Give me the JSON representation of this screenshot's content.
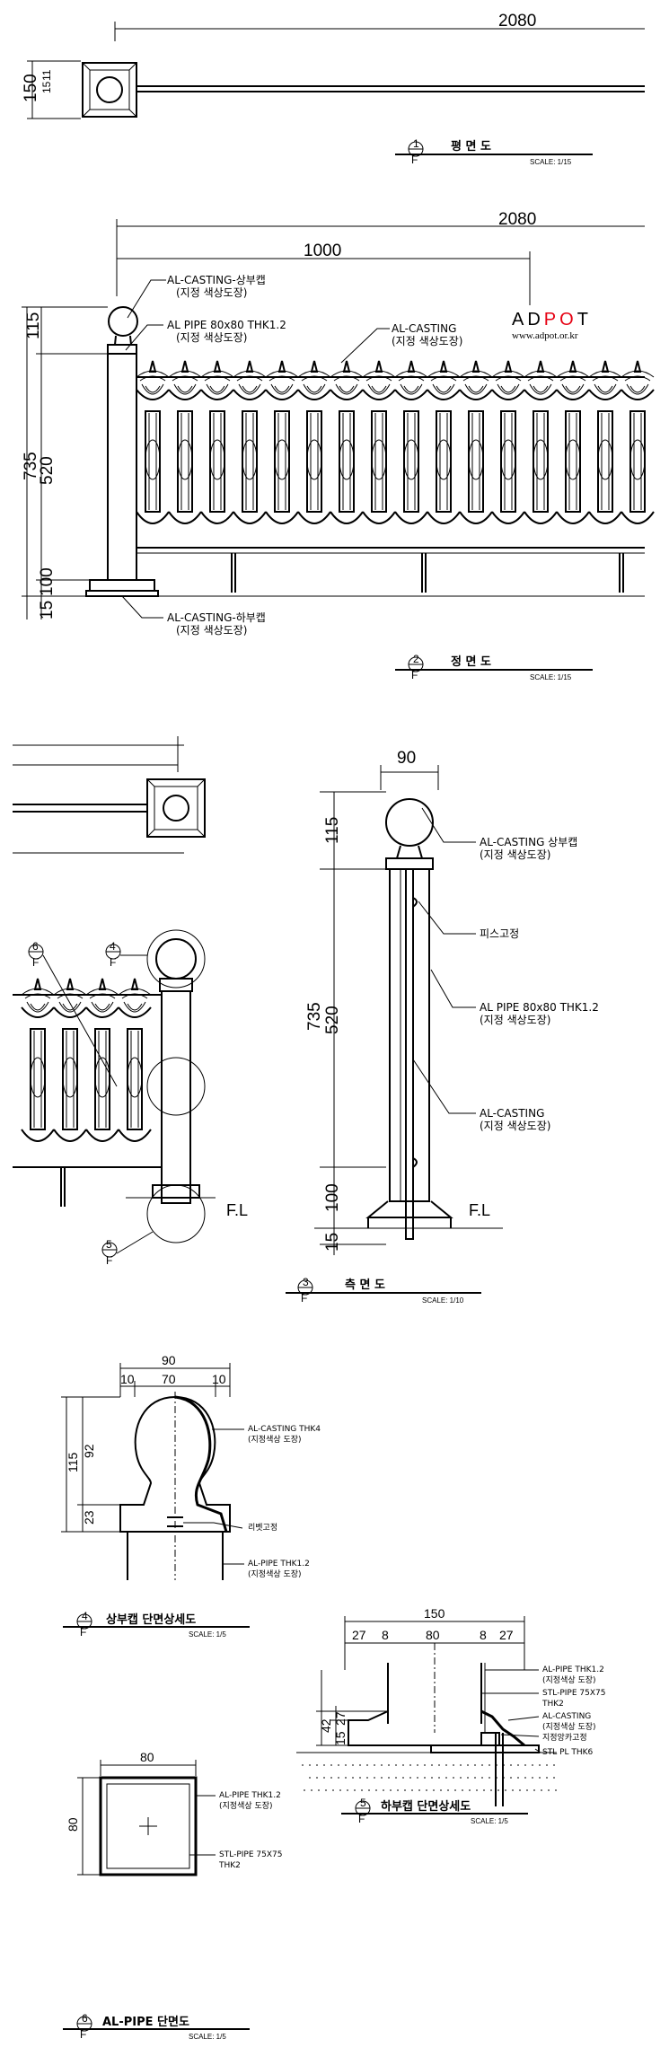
{
  "logo": {
    "text": "ADPOT",
    "highlight": "PO",
    "url": "www.adpot.or.kr",
    "accent": "#e60012"
  },
  "d1": {
    "dim_length": "2080",
    "dim_height": "150",
    "dim_inner_a": "15",
    "dim_inner_b": "11",
    "title": {
      "num": "1",
      "ref": "F",
      "text": "평 면 도",
      "scale": "SCALE: 1/15"
    }
  },
  "d2": {
    "dim_total": "2080",
    "dim_span": "1000",
    "dims_v": [
      "115",
      "735",
      "520",
      "100",
      "15"
    ],
    "labels": {
      "top_cap": "AL-CASTING-상부캡",
      "top_cap_sub": "(지정 색상도장)",
      "pipe": "AL PIPE 80x80 THK1.2",
      "pipe_sub": "(지정 색상도장)",
      "casting": "AL-CASTING",
      "casting_sub": "(지정 색상도장)",
      "bottom_cap": "AL-CASTING-하부캡",
      "bottom_cap_sub": "(지정 색상도장)"
    },
    "title": {
      "num": "2",
      "ref": "F",
      "text": "정 면 도",
      "scale": "SCALE: 1/15"
    }
  },
  "d3": {
    "dim_width": "90",
    "dims_v": [
      "115",
      "735",
      "520",
      "100",
      "15"
    ],
    "labels": {
      "cap": "AL-CASTING 상부캡",
      "cap_sub": "(지정 색상도장)",
      "screw": "피스고정",
      "pipe": "AL PIPE 80x80 THK1.2",
      "pipe_sub": "(지정 색상도장)",
      "casting": "AL-CASTING",
      "casting_sub": "(지정 색상도장)",
      "fl": "F.L"
    },
    "callouts": [
      {
        "num": "6",
        "ref": "F"
      },
      {
        "num": "4",
        "ref": "F"
      },
      {
        "num": "5",
        "ref": "F"
      }
    ],
    "title": {
      "num": "3",
      "ref": "F",
      "text": "측 면 도",
      "scale": "SCALE: 1/10"
    }
  },
  "d4": {
    "dims_h": [
      "90",
      "10",
      "70",
      "10"
    ],
    "dims_v": [
      "115",
      "92",
      "23"
    ],
    "labels": {
      "casting": "AL-CASTING THK4",
      "casting_sub": "(지정색상 도장)",
      "rivet": "리벳고정",
      "pipe": "AL-PIPE THK1.2",
      "pipe_sub": "(지정색상 도장)"
    },
    "title": {
      "num": "4",
      "ref": "F",
      "text": "상부캡 단면상세도",
      "scale": "SCALE: 1/5"
    }
  },
  "d5": {
    "dims_h": [
      "150",
      "27",
      "8",
      "80",
      "8",
      "27"
    ],
    "dims_v": [
      "42",
      "27",
      "15"
    ],
    "labels": {
      "pipe": "AL-PIPE THK1.2",
      "pipe_sub": "(지정색상 도장)",
      "stl": "STL-PIPE 75X75",
      "stl_sub": "THK2",
      "casting": "AL-CASTING",
      "casting_sub": "(지정색상 도장)",
      "fix": "지정앙카고정",
      "plate": "STL PL THK6"
    },
    "title": {
      "num": "5",
      "ref": "F",
      "text": "하부캡 단면상세도",
      "scale": "SCALE: 1/5"
    }
  },
  "d6": {
    "dim_w": "80",
    "dim_h": "80",
    "labels": {
      "pipe": "AL-PIPE THK1.2",
      "pipe_sub": "(지정색상 도장)",
      "stl": "STL-PIPE 75X75",
      "stl_sub": "THK2"
    },
    "title": {
      "num": "6",
      "ref": "F",
      "text": "AL-PIPE 단면도",
      "scale": "SCALE: 1/5"
    }
  }
}
